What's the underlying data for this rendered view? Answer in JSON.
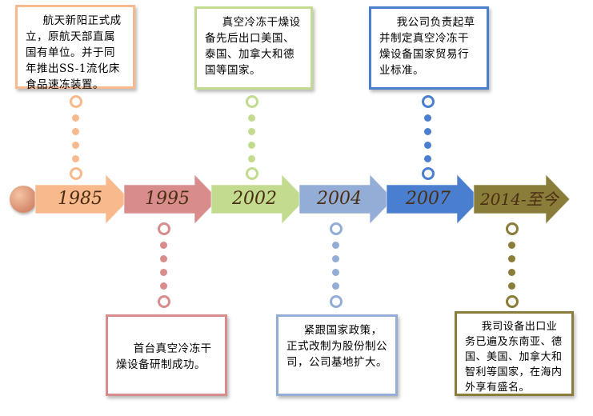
{
  "colors": {
    "c1985": "#f8b98c",
    "c1995": "#d98c8c",
    "c2002": "#c3db8f",
    "c2004": "#93add6",
    "c2007": "#4a7fcf",
    "c2014": "#8a7d3a",
    "start": "#d3896a"
  },
  "milestones": [
    {
      "year": "1985",
      "text": "航天新阳正式成立，原航天部直属国有单位。并于同年推出SS-1流化床食品速冻装置。"
    },
    {
      "year": "1995",
      "text": "首台真空冷冻干燥设备研制成功。"
    },
    {
      "year": "2002",
      "text": "真空冷冻干燥设备先后出口美国、泰国、加拿大和德国等国家。"
    },
    {
      "year": "2004",
      "text": "紧跟国家政策，正式改制为股份制公司，公司基地扩大。"
    },
    {
      "year": "2007",
      "text": "我公司负责起草并制定真空冷冻干燥设备国家贸易行业标准。"
    },
    {
      "year": "2014-至今",
      "text": "我司设备出口业务已遍及东南亚、德国、美国、加拿大和智利等国家，在海内外享有盛名。"
    }
  ]
}
